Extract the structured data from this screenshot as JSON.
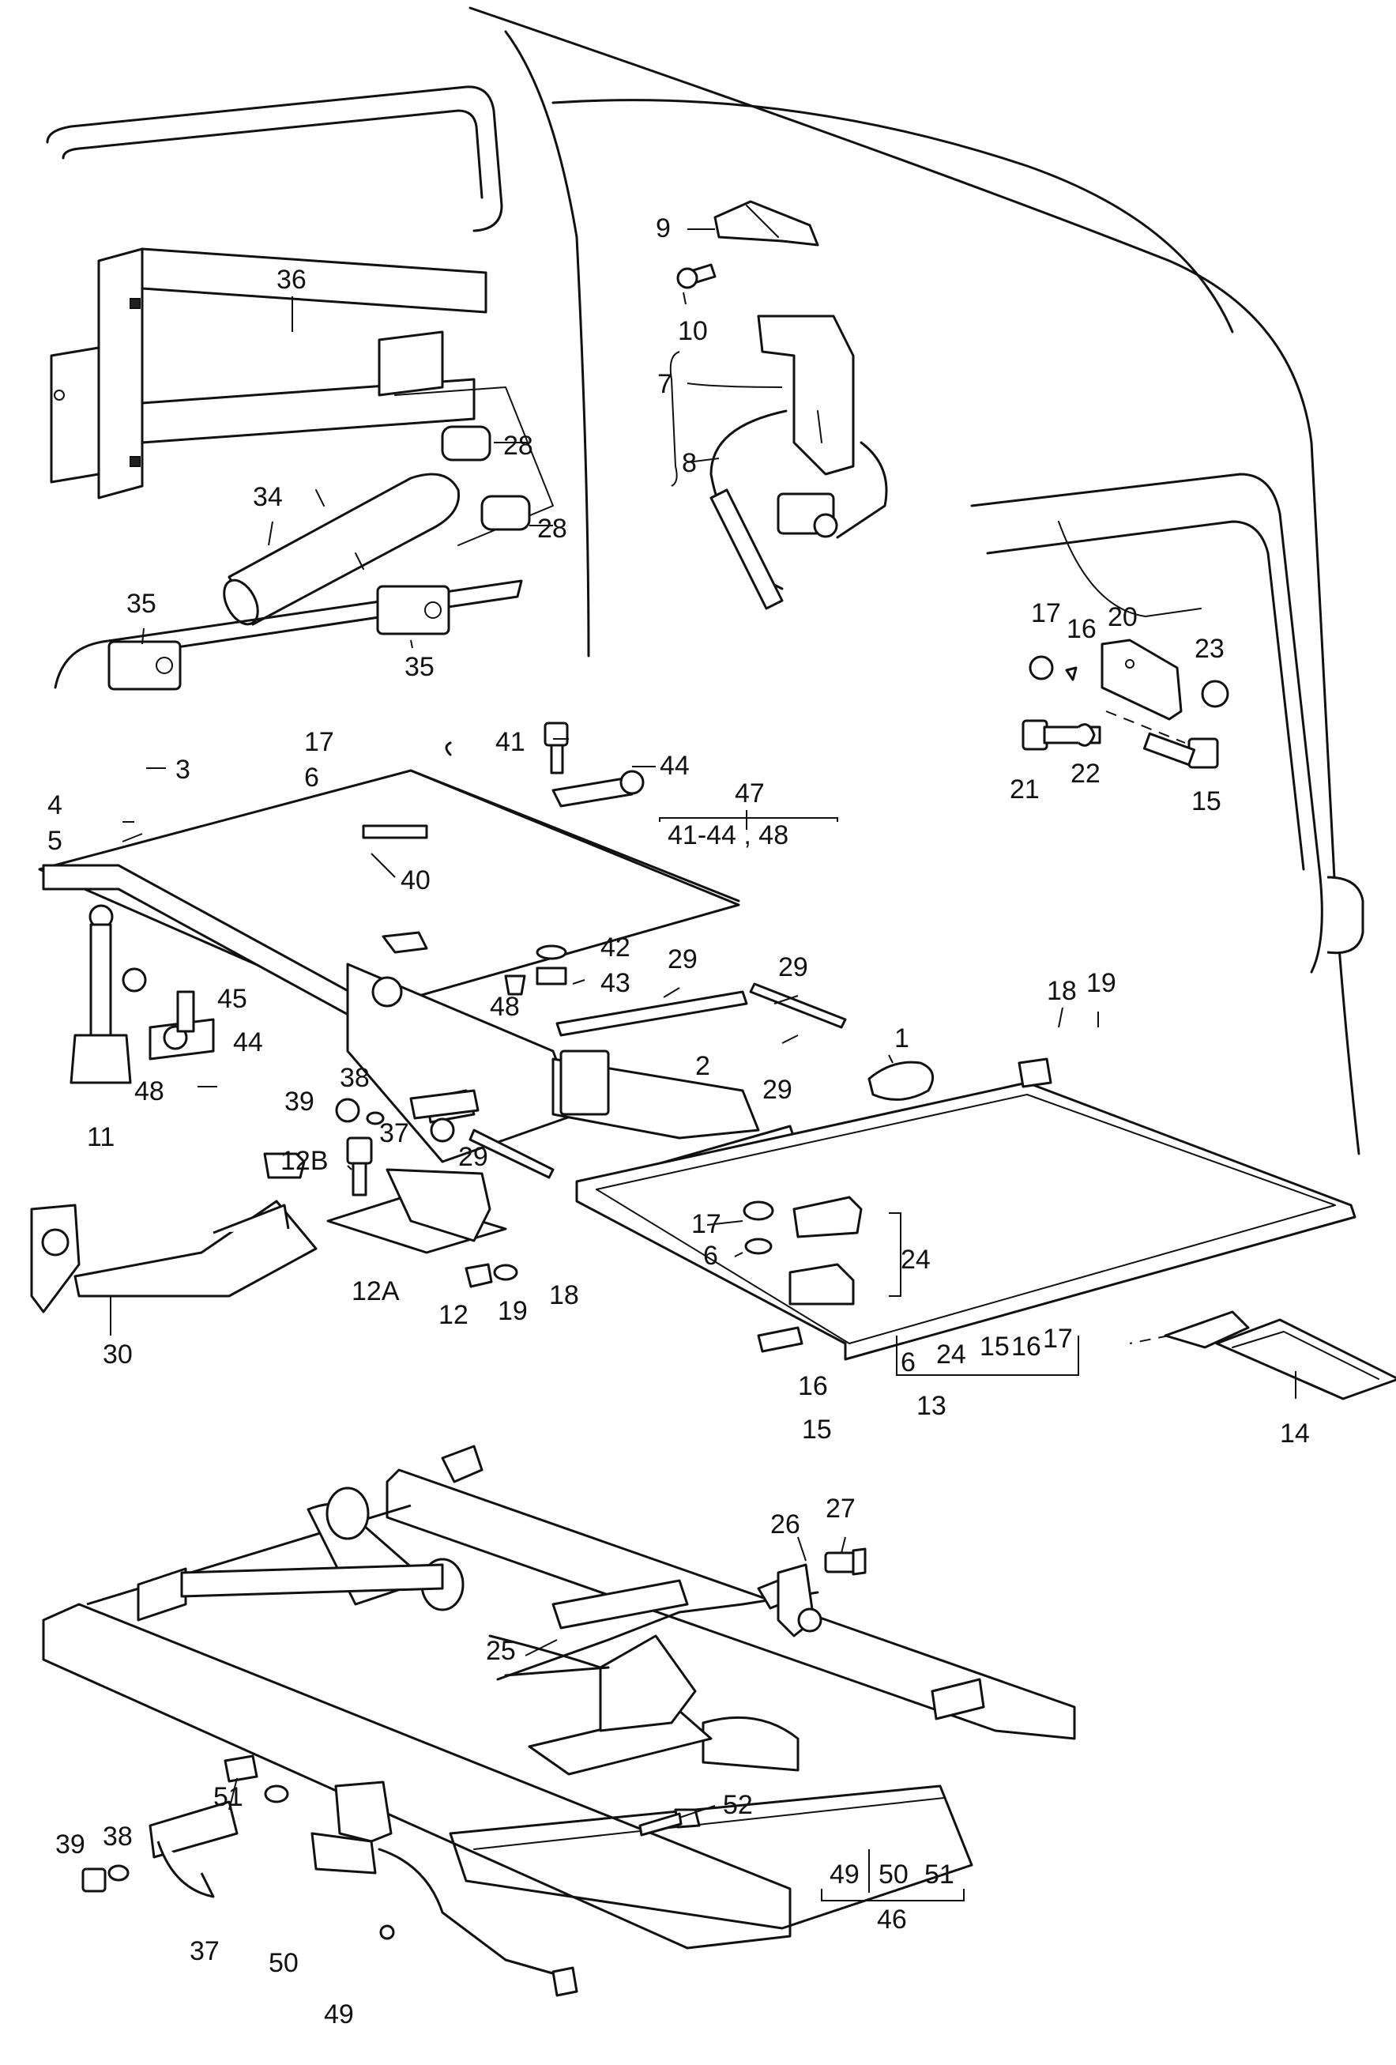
{
  "callouts": [
    {
      "text": "36"
    },
    {
      "text": "28"
    },
    {
      "text": "28"
    },
    {
      "text": "34"
    },
    {
      "text": "35"
    },
    {
      "text": "35"
    },
    {
      "text": "9"
    },
    {
      "text": "10"
    },
    {
      "text": "7"
    },
    {
      "text": "8"
    },
    {
      "text": "17"
    },
    {
      "text": "16"
    },
    {
      "text": "20"
    },
    {
      "text": "23"
    },
    {
      "text": "21"
    },
    {
      "text": "22"
    },
    {
      "text": "15"
    },
    {
      "text": "3"
    },
    {
      "text": "17"
    },
    {
      "text": "6"
    },
    {
      "text": "4"
    },
    {
      "text": "5"
    },
    {
      "text": "41"
    },
    {
      "text": "44"
    },
    {
      "text": "47"
    },
    {
      "text": "41-44 , 48"
    },
    {
      "text": "40"
    },
    {
      "text": "42"
    },
    {
      "text": "43"
    },
    {
      "text": "48"
    },
    {
      "text": "29"
    },
    {
      "text": "29"
    },
    {
      "text": "2"
    },
    {
      "text": "1"
    },
    {
      "text": "18"
    },
    {
      "text": "19"
    },
    {
      "text": "45"
    },
    {
      "text": "44"
    },
    {
      "text": "48"
    },
    {
      "text": "11"
    },
    {
      "text": "39"
    },
    {
      "text": "38"
    },
    {
      "text": "37"
    },
    {
      "text": "29"
    },
    {
      "text": "29"
    },
    {
      "text": "12B"
    },
    {
      "text": "12A"
    },
    {
      "text": "12"
    },
    {
      "text": "19"
    },
    {
      "text": "18"
    },
    {
      "text": "17"
    },
    {
      "text": "6"
    },
    {
      "text": "24"
    },
    {
      "text": "30"
    },
    {
      "text": "6"
    },
    {
      "text": "24"
    },
    {
      "text": "15"
    },
    {
      "text": "16"
    },
    {
      "text": "17"
    },
    {
      "text": "13"
    },
    {
      "text": "16"
    },
    {
      "text": "15"
    },
    {
      "text": "14"
    },
    {
      "text": "26"
    },
    {
      "text": "27"
    },
    {
      "text": "25"
    },
    {
      "text": "52"
    },
    {
      "text": "51"
    },
    {
      "text": "39"
    },
    {
      "text": "38"
    },
    {
      "text": "37"
    },
    {
      "text": "50"
    },
    {
      "text": "49"
    },
    {
      "text": "49"
    },
    {
      "text": "50"
    },
    {
      "text": "51"
    },
    {
      "text": "46"
    }
  ]
}
